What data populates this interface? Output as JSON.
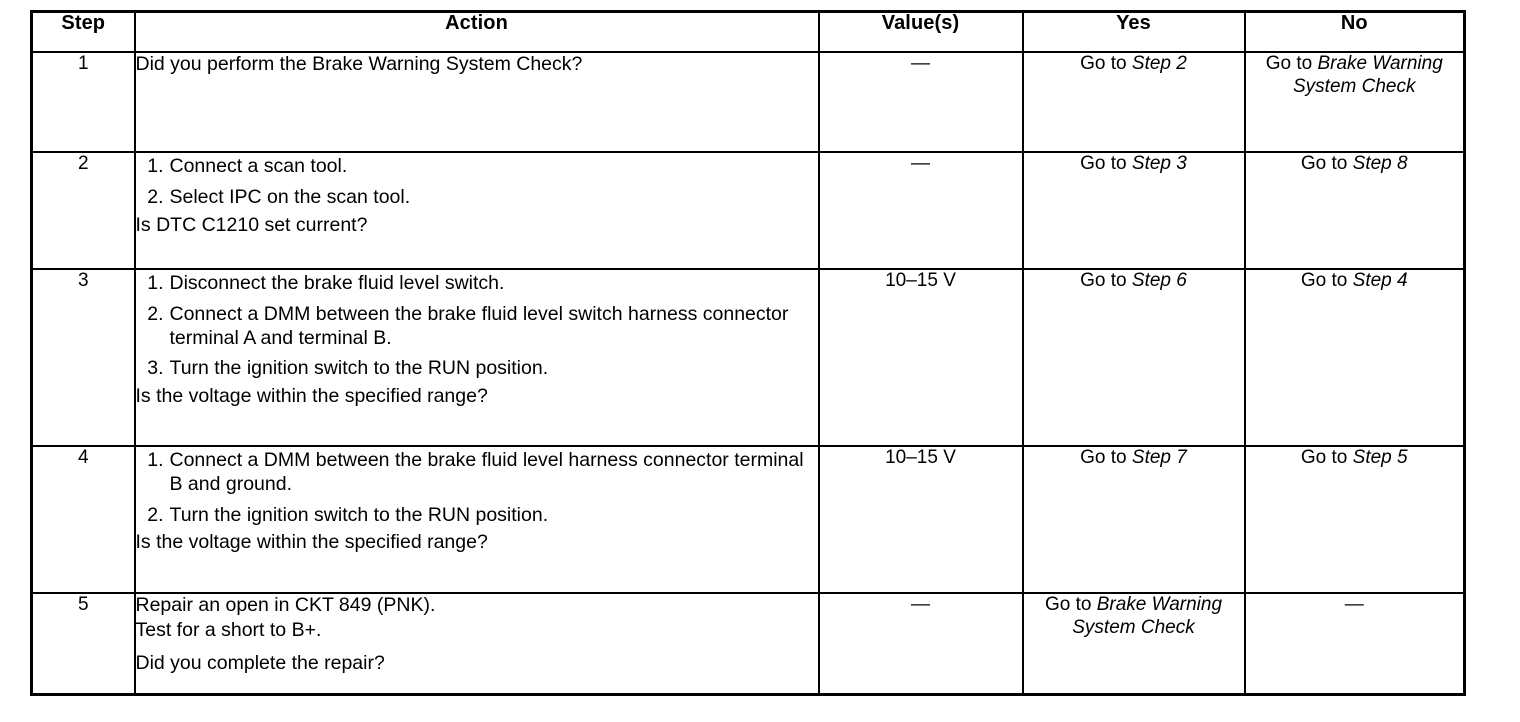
{
  "table": {
    "headers": {
      "step": "Step",
      "action": "Action",
      "value": "Value(s)",
      "yes": "Yes",
      "no": "No"
    },
    "rows": [
      {
        "step": "1",
        "action": {
          "type": "plain",
          "lines": [
            "Did you perform the Brake Warning System Check?"
          ]
        },
        "value": "—",
        "yes": {
          "prefix": "Go to ",
          "ref": "Step 2",
          "align": "bottom"
        },
        "no": {
          "prefix": "Go to ",
          "ref": "Brake Warning System Check",
          "align": "top"
        }
      },
      {
        "step": "2",
        "action": {
          "type": "list",
          "items": [
            "Connect a scan tool.",
            "Select IPC on the scan tool."
          ],
          "question": "Is DTC C1210 set current?"
        },
        "value": "—",
        "yes": {
          "prefix": "Go to ",
          "ref": "Step 3",
          "align": "bottom"
        },
        "no": {
          "prefix": "Go to ",
          "ref": "Step 8",
          "align": "bottom"
        }
      },
      {
        "step": "3",
        "action": {
          "type": "list",
          "items": [
            "Disconnect the brake fluid level switch.",
            "Connect a DMM between the brake fluid level switch harness connector terminal A and terminal B.",
            "Turn the ignition switch to the RUN position."
          ],
          "question": "Is the voltage within the specified range?"
        },
        "value": "10–15 V",
        "yes": {
          "prefix": "Go to ",
          "ref": "Step 6",
          "align": "bottom"
        },
        "no": {
          "prefix": "Go to ",
          "ref": "Step 4",
          "align": "bottom"
        }
      },
      {
        "step": "4",
        "action": {
          "type": "list",
          "items": [
            "Connect a DMM between the brake fluid level harness connector terminal B and ground.",
            "Turn the ignition switch to the RUN position."
          ],
          "question": "Is the voltage within the specified range?"
        },
        "value": "10–15 V",
        "yes": {
          "prefix": "Go to ",
          "ref": "Step 7",
          "align": "bottom"
        },
        "no": {
          "prefix": "Go to ",
          "ref": "Step 5",
          "align": "bottom"
        }
      },
      {
        "step": "5",
        "action": {
          "type": "plain",
          "lines": [
            "Repair an open in CKT 849 (PNK).",
            "Test for a short to B+."
          ],
          "question": "Did you complete the repair?"
        },
        "value": "—",
        "yes": {
          "prefix": "Go to ",
          "ref": "Brake Warning System Check",
          "align": "middle"
        },
        "no": {
          "prefix": "",
          "ref": "",
          "dash": "—",
          "align": "middle"
        }
      }
    ]
  }
}
